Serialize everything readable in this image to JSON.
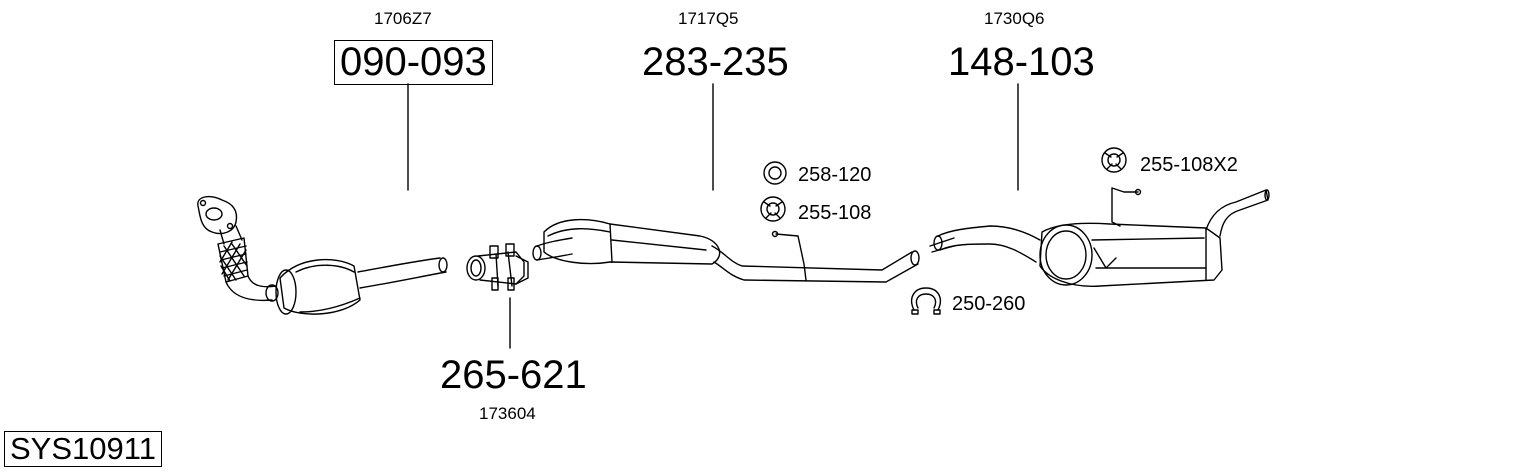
{
  "diagram": {
    "system_code": "SYS10911",
    "parts": [
      {
        "oe_ref": "1706Z7",
        "part_number": "090-093",
        "boxed": true
      },
      {
        "oe_ref": "1717Q5",
        "part_number": "283-235"
      },
      {
        "oe_ref": "1730Q6",
        "part_number": "148-103"
      },
      {
        "oe_ref": "173604",
        "part_number": "265-621"
      }
    ],
    "accessories": [
      {
        "part_number": "258-120",
        "icon": "ring-icon"
      },
      {
        "part_number": "255-108",
        "icon": "rubber-mount-icon"
      },
      {
        "part_number": "255-108X2",
        "icon": "rubber-mount-icon"
      },
      {
        "part_number": "250-260",
        "icon": "clamp-icon"
      }
    ]
  }
}
